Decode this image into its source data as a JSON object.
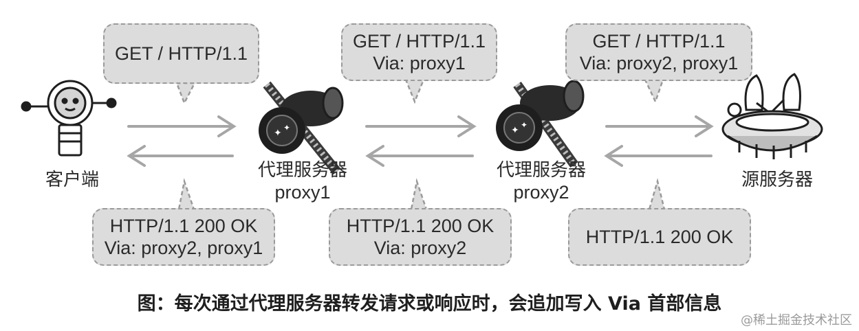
{
  "nodes": {
    "client": {
      "label": "客户端"
    },
    "proxy1": {
      "label": "代理服务器",
      "sublabel": "proxy1"
    },
    "proxy2": {
      "label": "代理服务器",
      "sublabel": "proxy2"
    },
    "origin": {
      "label": "源服务器"
    }
  },
  "requests": [
    {
      "line1": "GET / HTTP/1.1",
      "line2": ""
    },
    {
      "line1": "GET / HTTP/1.1",
      "line2": "Via: proxy1"
    },
    {
      "line1": "GET / HTTP/1.1",
      "line2": "Via: proxy2, proxy1"
    }
  ],
  "responses": [
    {
      "line1": "HTTP/1.1 200 OK",
      "line2": "Via: proxy2, proxy1"
    },
    {
      "line1": "HTTP/1.1 200 OK",
      "line2": "Via: proxy2"
    },
    {
      "line1": "HTTP/1.1 200 OK",
      "line2": ""
    }
  ],
  "caption": "图：每次通过代理服务器转发请求或响应时，会追加写入 Via 首部信息",
  "watermark": "@稀土掘金技术社区",
  "colors": {
    "bubble_fill": "#dcdcdc",
    "bubble_border": "#9a9a9a",
    "arrow": "#a6a6a6",
    "ink": "#2a2a2a"
  }
}
